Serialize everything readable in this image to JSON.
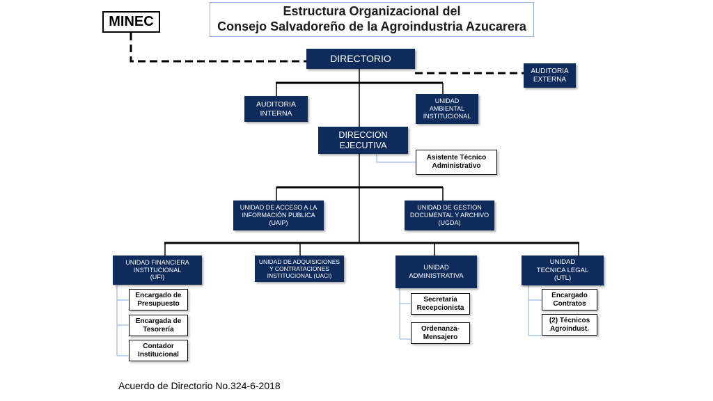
{
  "title": {
    "line1": "Estructura Organizacional del",
    "line2": "Consejo Salvadoreño de la Agroindustria Azucarera"
  },
  "minec": "MINEC",
  "units": {
    "directorio": "DIRECTORIO",
    "auditoria_externa": "AUDITORIA\nEXTERNA",
    "auditoria_interna": "AUDITORIA\nINTERNA",
    "unidad_ambiental": "UNIDAD\nAMBIENTAL\nINSTITUCIONAL",
    "direccion_ejecutiva": "DIRECCION\nEJECUTIVA",
    "asistente_tecnico": "Asistente Técnico\nAdministrativo",
    "uaip": "UNIDAD DE ACCESO A LA\nINFORMACIÓN PUBLICA\n(UAIP)",
    "ugda": "UNIDAD DE GESTION\nDOCUMENTAL Y ARCHIVO\n(UGDA)",
    "ufi": "UNIDAD FINANCIERA\nINSTITUCIONAL\n(UFI)",
    "uaci": "UNIDAD DE ADQUISICIONES\nY CONTRATACIONES\nINSTITUCIONAL (UACI)",
    "administrativa": "UNIDAD\nADMINISTRATIVA",
    "utl": "UNIDAD\nTECNICA LEGAL\n(UTL)"
  },
  "sub_units": {
    "encargado_presupuesto": "Encargado de\nPresupuesto",
    "encargada_tesoreria": "Encargada de\nTesorería",
    "contador": "Contador\nInstitucional",
    "secretaria": "Secretaria\nRecepcionista",
    "ordenanza": "Ordenanza-\nMensajero",
    "encargado_contratos": "Encargado\nContratos",
    "tecnicos": "(2) Técnicos\nAgroindust."
  },
  "footer": "Acuerdo de Directorio No.324-6-2018",
  "colors": {
    "navy_box": "#0f2b5b",
    "title_border": "#8fb4e3",
    "sub_connector": "#9dbbe0"
  }
}
